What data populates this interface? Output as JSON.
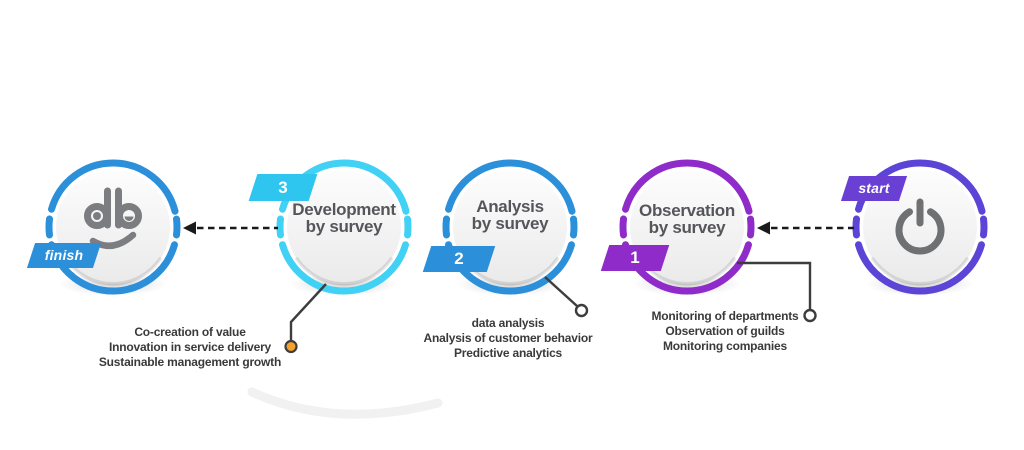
{
  "canvas": {
    "background": "#ffffff"
  },
  "colors": {
    "blue": "#2b8fd9",
    "cyan_ring": "#41d1f4",
    "cyan_badge": "#2ec6ef",
    "violet": "#8f2bc8",
    "indigo_ring": "#5b44d6",
    "indigo_badge": "#6a3fd4",
    "orange_dot": "#f6a12b",
    "connector_line": "#3d3d3d",
    "arrow_black": "#1a1a1a",
    "title_text": "#55565a",
    "body_text": "#3a3a3a",
    "icon_gray": "#7b7d80"
  },
  "nodes": {
    "finish": {
      "badge_label": "finish",
      "icon": "db-face-logo"
    },
    "development": {
      "badge_number": "3",
      "title_line1": "Development",
      "title_line2": "by survey",
      "details": [
        "Co-creation of value",
        "Innovation in service delivery",
        "Sustainable management growth"
      ]
    },
    "analysis": {
      "badge_number": "2",
      "title_line1": "Analysis",
      "title_line2": "by survey",
      "details": [
        "data analysis",
        "Analysis of customer behavior",
        "Predictive analytics"
      ]
    },
    "observation": {
      "badge_number": "1",
      "title_line1": "Observation",
      "title_line2": "by survey",
      "details": [
        "Monitoring of departments",
        "Observation of guilds",
        "Monitoring companies"
      ]
    },
    "start": {
      "badge_label": "start",
      "icon": "power-icon"
    }
  }
}
